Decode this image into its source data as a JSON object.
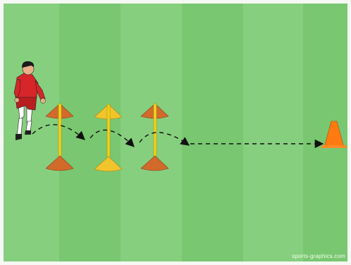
{
  "diagram": {
    "type": "soccer-drill-illustration",
    "pitch_colors": {
      "light": "#86cf7e",
      "dark": "#78c570",
      "frame": "#f6f8f4"
    },
    "player": {
      "jersey": "#d6262a",
      "socks": "#ffffff",
      "hair": "#1b1b1b"
    },
    "pole_color": "#f2d21a",
    "cone_colors": {
      "orange": "#d26a2b",
      "yellow": "#f2c42c",
      "target": "#ff7a10"
    },
    "pole_count": 3,
    "arrows": "dashed-with-arrowheads",
    "watermark": "sports-graphics.com"
  }
}
